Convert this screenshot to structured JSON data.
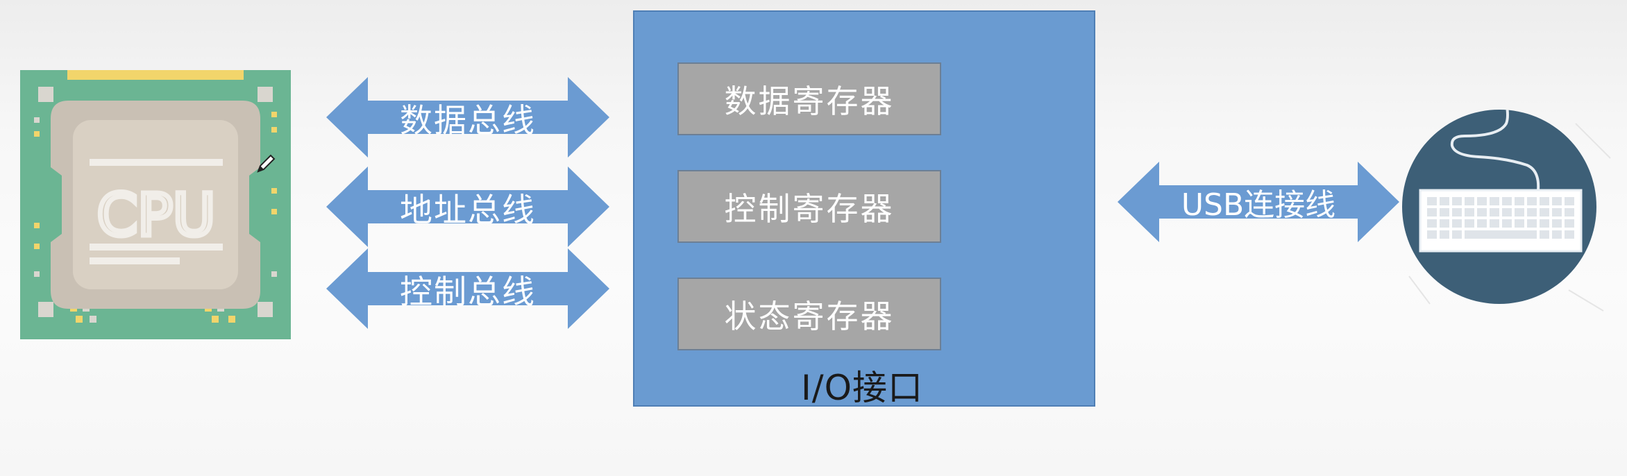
{
  "diagram": {
    "cpu": {
      "label": "CPU",
      "icon": "cpu-chip-icon"
    },
    "buses": [
      {
        "id": "data",
        "label": "数据总线"
      },
      {
        "id": "address",
        "label": "地址总线"
      },
      {
        "id": "control",
        "label": "控制总线"
      }
    ],
    "io_interface": {
      "label": "I/O接口",
      "registers": [
        {
          "id": "data",
          "label": "数据寄存器"
        },
        {
          "id": "control",
          "label": "控制寄存器"
        },
        {
          "id": "status",
          "label": "状态寄存器"
        }
      ]
    },
    "usb_link": {
      "label": "USB连接线"
    },
    "device": {
      "icon": "keyboard-icon"
    },
    "colors": {
      "arrow_fill": "#6b9bd2",
      "io_box_fill": "#6a9bd1",
      "register_fill": "#a6a6a6",
      "cpu_board": "#6bb593",
      "cpu_die": "#d9d0c3",
      "keyboard_circle": "#3d5f77"
    }
  }
}
